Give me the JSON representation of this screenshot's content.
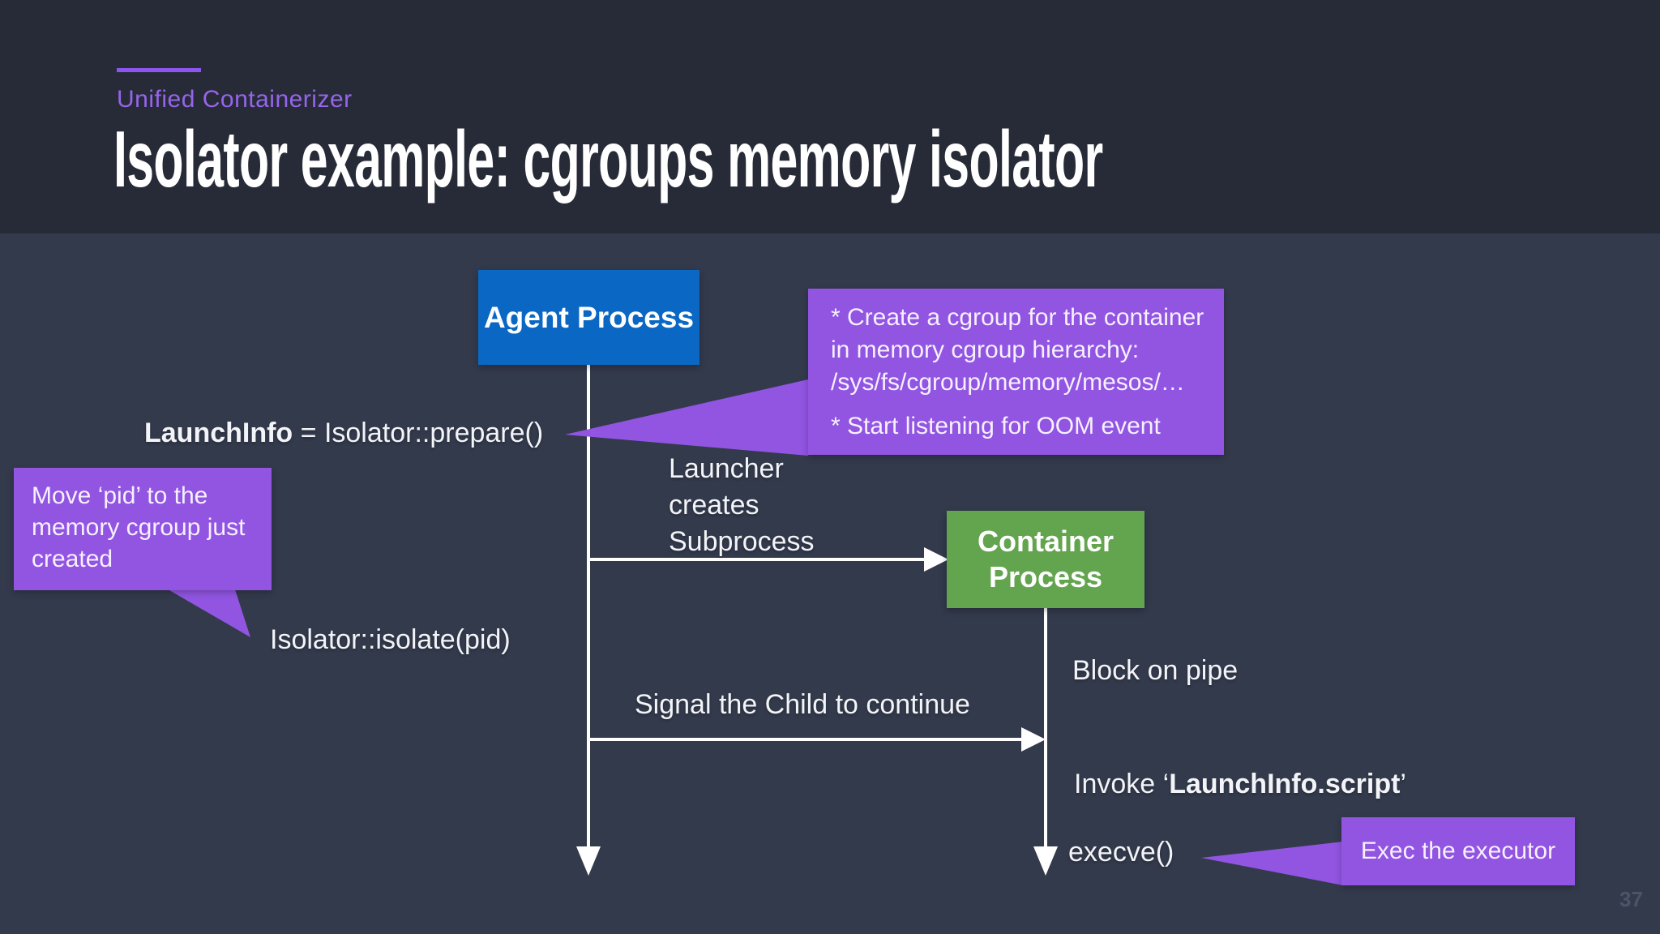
{
  "colors": {
    "background": "#333a4c",
    "header_background": "#272b38",
    "accent_purple": "#9155e2",
    "eyebrow_purple": "#9565ea",
    "agent_box_blue": "#0a68c4",
    "container_box_green": "#63a44e",
    "text_white": "#f5f6fa",
    "page_number_gray": "#4b5468"
  },
  "header": {
    "eyebrow": "Unified Containerizer",
    "title": "Isolator example: cgroups memory isolator"
  },
  "footer": {
    "page_number": "37"
  },
  "diagram": {
    "agent_box_label": "Agent Process",
    "container_box_line1": "Container",
    "container_box_line2": "Process",
    "prepare": {
      "bold": "LaunchInfo",
      "rest": " = Isolator::prepare()"
    },
    "launcher_lines": [
      "Launcher",
      "creates",
      "Subprocess"
    ],
    "isolate": "Isolator::isolate(pid)",
    "signal": "Signal the Child to continue",
    "block_on_pipe": "Block on pipe",
    "invoke": {
      "prefix": "Invoke ‘",
      "bold": "LaunchInfo.script",
      "suffix": "’"
    },
    "execve": "execve()",
    "callouts": {
      "create_cgroup_lines": [
        "* Create a cgroup for the container",
        "in memory cgroup hierarchy:",
        "/sys/fs/cgroup/memory/mesos/…"
      ],
      "oom_line": "* Start listening for OOM event",
      "move_pid_lines": [
        "Move ‘pid’ to the",
        "memory cgroup just",
        "created"
      ],
      "exec_executor": "Exec the executor"
    }
  }
}
